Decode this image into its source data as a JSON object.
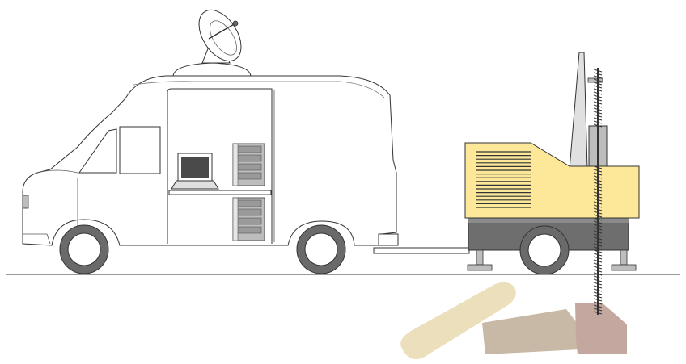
{
  "scene": {
    "subject": "mobile-survey-van-with-trailer-drill-rig",
    "components": [
      "satellite-dish",
      "van-body",
      "laptop",
      "equipment-rack",
      "tow-bar",
      "drill-rig-trailer",
      "drill-auger",
      "ground-line",
      "subsurface-rock-layers"
    ]
  },
  "colors": {
    "background": "#ffffff",
    "outline": "#333333",
    "van_fill": "#ffffff",
    "rack_fill": "#bdbdbd",
    "rack_frame": "#555555",
    "laptop_screen": "#4a4a4a",
    "generator_fill": "#fde89a",
    "trailer_chassis": "#6e6e6e",
    "mast_fill": "#d9d9d9",
    "tire_fill": "#6a6a6a",
    "hub_fill": "#ffffff",
    "rock_light": "#ebdfbc",
    "rock_medium": "#c8b8a6",
    "rock_dark": "#c4a89f"
  }
}
